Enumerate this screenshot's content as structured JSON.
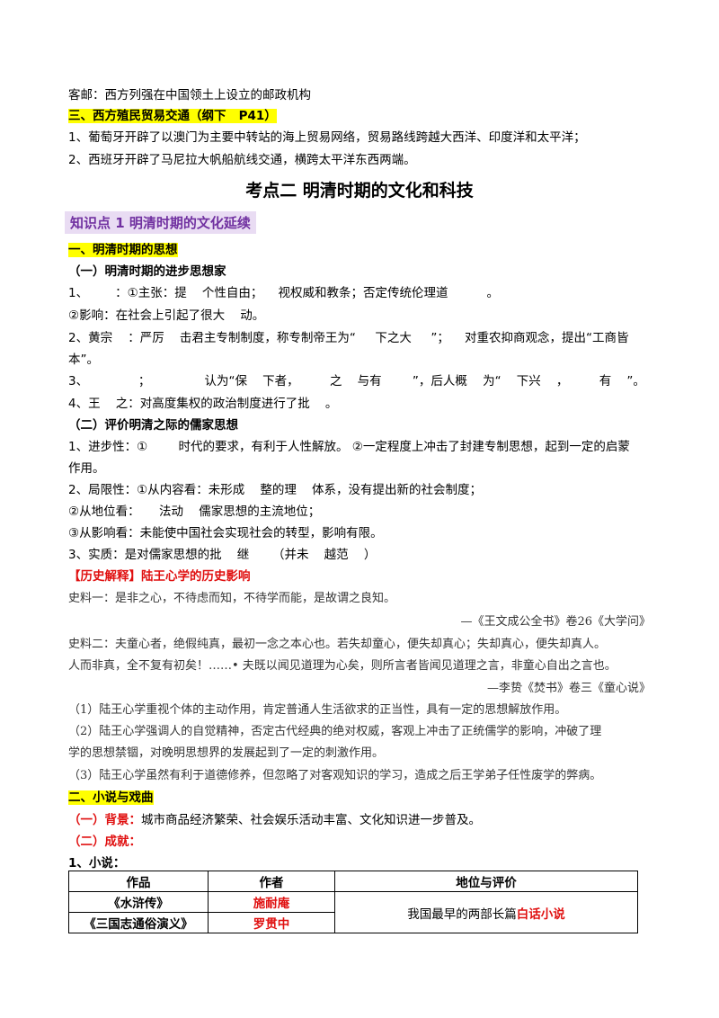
{
  "top": {
    "line1": "客邮：西方列强在中国领土上设立的邮政机构",
    "section3_heading": "三、西方殖民贸易交通（纲下   P41）",
    "item1": "1、葡萄牙开辟了以澳门为主要中转站的海上贸易网络，贸易路线跨越大西洋、印度洋和太平洋；",
    "item2": "2、西班牙开辟了马尼拉大帆船航线交通，横跨太平洋东西两端。"
  },
  "title": "考点二   明清时期的文化和科技",
  "kp1": "知识点 1   明清时期的文化延续",
  "s1": {
    "heading": "一、明清时期的思想",
    "sub1": "（一）明清时期的进步思想家",
    "l1": "1、       ：①主张：提    个性自由；    视权威和教条；否定传统伦理道          。",
    "l2": "②影响：在社会上引起了很大    动。",
    "l3": "2、黄宗    ：严厉    击君主专制制度，称专制帝王为“     下之大     ”；    对重农抑商观念，提出“工商皆",
    "l4": "本”。",
    "l5": "3、             ；              认为“保    下者，        之    与有        ”，后人概    为“    下兴    ，        有    ”。",
    "l6": "4、王    之：对高度集权的政治制度进行了批    。",
    "sub2": "（二）评价明清之际的儒家思想",
    "l7": "1、进步性：①        时代的要求，有利于人性解放。 ②一定程度上冲击了封建专制思想，起到一定的启蒙",
    "l8": "作用。",
    "l9": "2、局限性：①从内容看：未形成    整的理    体系，没有提出新的社会制度；",
    "l10": "②从地位看：     法动    儒家思想的主流地位；",
    "l11": "③从影响看：未能使中国社会实现社会的转型，影响有限。",
    "l12": "3、实质：是对儒家思想的批    继      （并未    越范    ）"
  },
  "hist": {
    "heading": "【历史解释】陆王心学的历史影响",
    "s1": "史料一：是非之心，不待虑而知，不待学而能，是故谓之良知。",
    "s1_src": "—《王文成公全书》卷26《大学问》",
    "s2a": "史料二：夫童心者，绝假纯真，最初一念之本心也。若失却童心，便失却真心；失却真心，便失却真人。",
    "s2b": "人而非真，全不复有初矣！……• 夫既以闻见道理为心矣，则所言者皆闻见道理之言，非童心自出之言也。",
    "s2_src": "—李贽《焚书》卷三《童心说》",
    "p1": "（1）陆王心学重视个体的主动作用，肯定普通人生活欲求的正当性，具有一定的思想解放作用。",
    "p2a": "（2）陆王心学强调人的自觉精神，否定古代经典的绝对权威，客观上冲击了正统儒学的影响，冲破了理",
    "p2b": "学的思想禁锢，对晚明思想界的发展起到了一定的刺激作用。",
    "p3": "（3）陆王心学虽然有利于道德修养，但忽略了对客观知识的学习，造成之后王学弟子任性废学的弊病。"
  },
  "s2": {
    "heading": "二、小说与戏曲",
    "bg_label": "（一）背景：",
    "bg_text": "城市商品经济繁荣、社会娱乐活动丰富、文化知识进一步普及。",
    "ach_label": "（二）成就：",
    "novel": "1、小说："
  },
  "table": {
    "headers": [
      "作品",
      "作者",
      "地位与评价"
    ],
    "rows": [
      {
        "work": "《水浒传》",
        "author": "施耐庵"
      },
      {
        "work": "《三国志通俗演义》",
        "author": "罗贯中"
      }
    ],
    "merged_plain": "我国最早的两部长篇",
    "merged_red": "白话小说"
  },
  "colors": {
    "highlight": "#ffff00",
    "red": "#e01010",
    "purple": "#7030a0"
  }
}
